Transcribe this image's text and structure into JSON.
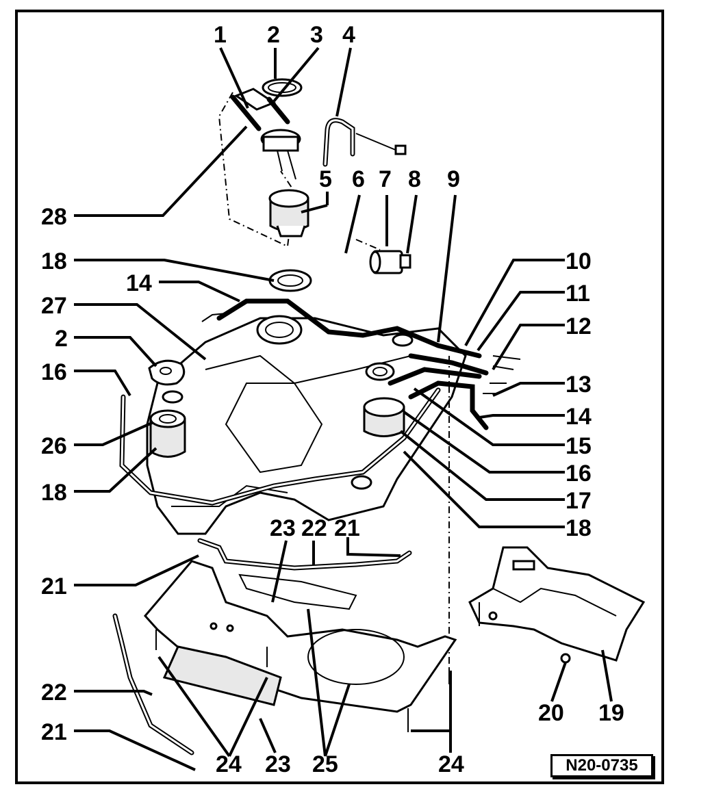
{
  "reference": "N20-0735",
  "callouts": {
    "c1": "1",
    "c2": "2",
    "c3": "3",
    "c4": "4",
    "c5": "5",
    "c6": "6",
    "c7": "7",
    "c8": "8",
    "c9": "9",
    "c10": "10",
    "c11": "11",
    "c12": "12",
    "c13": "13",
    "c14": "14",
    "c15": "15",
    "c16": "16",
    "c17": "17",
    "c18": "18",
    "c19": "19",
    "c20": "20",
    "c21": "21",
    "c22": "22",
    "c23": "23",
    "c24": "24",
    "c25": "25",
    "c26": "26",
    "c27": "27",
    "c28": "28"
  }
}
